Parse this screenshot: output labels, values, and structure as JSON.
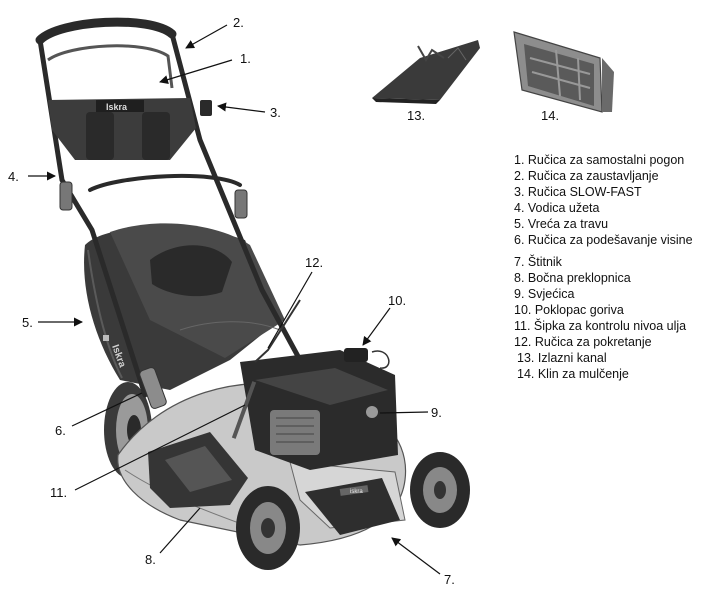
{
  "diagram": {
    "brand": "Iskra",
    "callouts": [
      "1.",
      "2.",
      "3.",
      "4.",
      "5.",
      "6.",
      "7.",
      "8.",
      "9.",
      "10.",
      "11.",
      "12.",
      "13.",
      "14."
    ],
    "legend": [
      "1. Ručica za samostalni pogon",
      "2. Ručica za zaustavljanje",
      "3. Ručica SLOW-FAST",
      "4. Vodica užeta",
      "5. Vreća za travu",
      "6. Ručica za podešavanje visine",
      "7.  Štitnik",
      "8.  Bočna preklopnica",
      "9.  Svjećica",
      "10. Poklopac goriva",
      "11. Šipka za kontrolu nivoa ulja",
      "12. Ručica za pokretanje",
      "13. Izlazni kanal",
      "14. Klin za mulčenje"
    ]
  }
}
